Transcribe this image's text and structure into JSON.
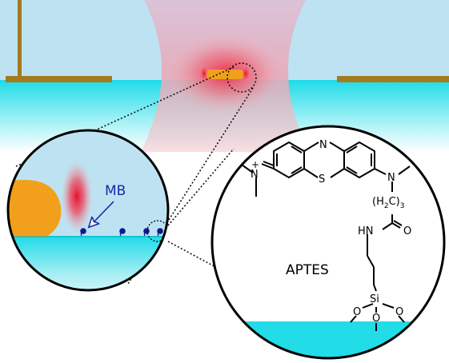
{
  "labels": {
    "mb": "MB",
    "aptes": "APTES"
  },
  "molecule": {
    "n_ring": "N",
    "s_ring": "S",
    "n_plus": "N",
    "plus_sign": "+",
    "n_amine": "N",
    "h2c": "(H",
    "h2c_sub2": "2",
    "h2c_c": "C)",
    "h2c_sub3": "3",
    "hn": "HN",
    "o_carbonyl": "O",
    "si": "Si",
    "o_left": "O",
    "o_mid": "O",
    "o_right": "O"
  },
  "colors": {
    "water": "#bde3f2",
    "substrate": "#22dce8",
    "electrode": "#a47a1f",
    "particle": "#f2a01b",
    "hotspot": "#e8102a",
    "molecule_dot": "#0d1a8f",
    "mb_label": "#1a2aa6",
    "outline": "#000000"
  }
}
